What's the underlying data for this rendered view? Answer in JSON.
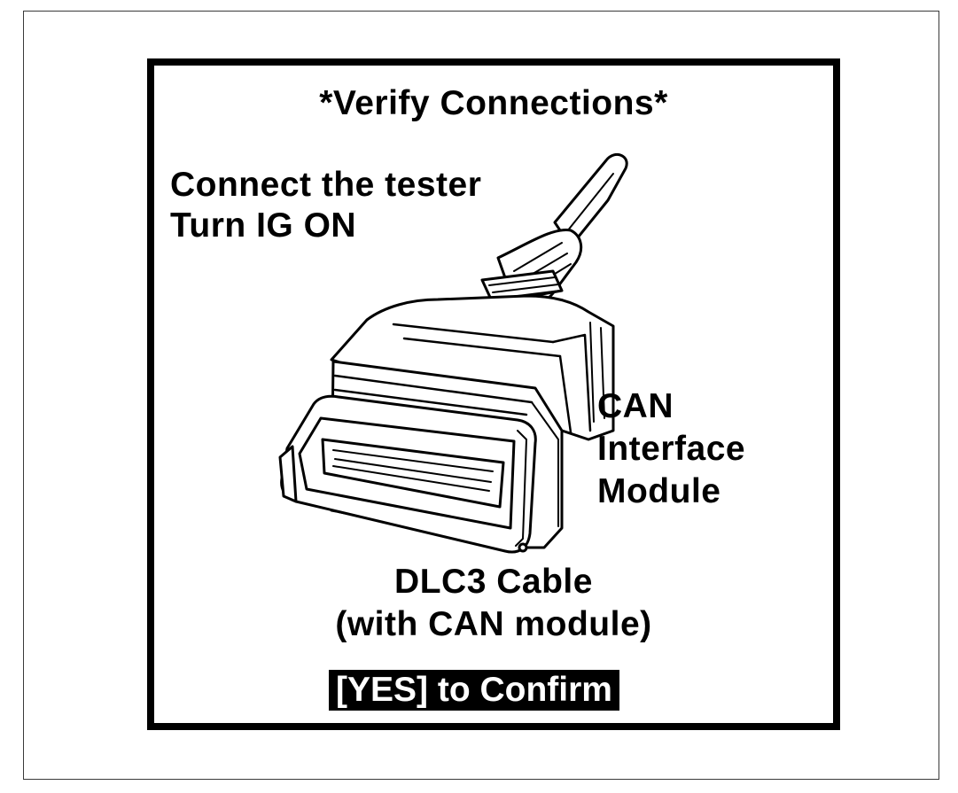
{
  "screen": {
    "title": "*Verify Connections*",
    "instructions": [
      "Connect the tester",
      "Turn IG ON"
    ],
    "module_label": [
      "CAN",
      "Interface",
      "Module"
    ],
    "cable_label": [
      "DLC3 Cable",
      "(with CAN module)"
    ],
    "confirm_prompt": "[YES] to Confirm"
  },
  "illustration": {
    "icon": "dlc3-cable-connector-icon"
  }
}
